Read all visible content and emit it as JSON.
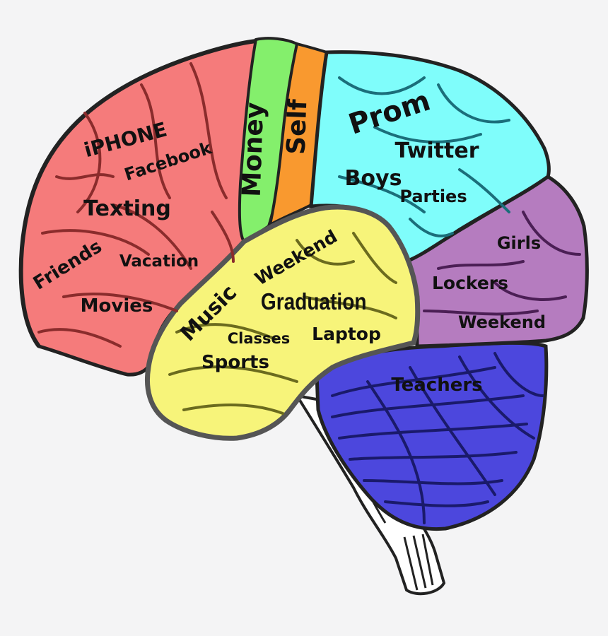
{
  "colors": {
    "frontal": "#f57b7b",
    "motor": "#84ef6c",
    "sensory": "#f9992f",
    "parietal": "#7ffdfb",
    "occipital": "#b57cbf",
    "temporal": "#f7f47a",
    "cerebellum": "#4c47dd",
    "outline": "#222222",
    "background": "#f4f4f5"
  },
  "regions": {
    "frontal": {
      "labels": [
        "iPHONE",
        "Facebook",
        "Texting",
        "Friends",
        "Vacation",
        "Movies"
      ]
    },
    "motor": {
      "labels": [
        "Money"
      ]
    },
    "sensory": {
      "labels": [
        "Self"
      ]
    },
    "parietal": {
      "labels": [
        "Prom",
        "Twitter",
        "Boys",
        "Parties"
      ]
    },
    "occipital": {
      "labels": [
        "Girls",
        "Lockers",
        "Weekend"
      ]
    },
    "temporal": {
      "labels": [
        "Weekend",
        "Music",
        "Graduation",
        "Classes",
        "Laptop",
        "Sports"
      ]
    },
    "cerebellum": {
      "labels": [
        "Teachers"
      ]
    }
  }
}
